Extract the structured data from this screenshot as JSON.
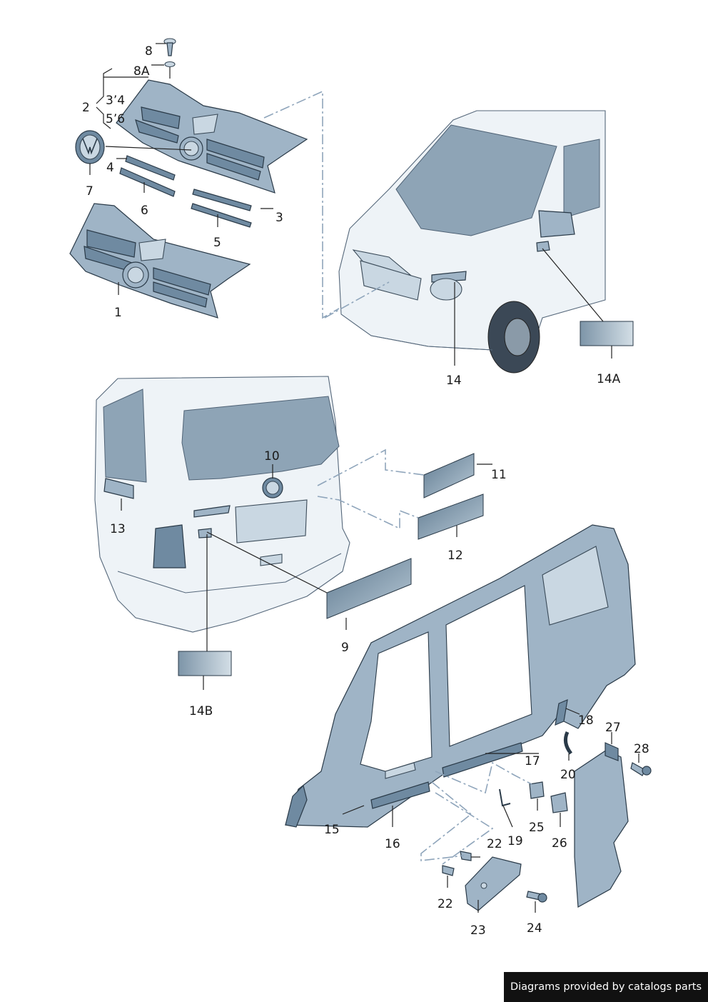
{
  "callouts": {
    "c1": "1",
    "c2": "2",
    "c3": "3",
    "c34": "3’4",
    "c4": "4",
    "c5": "5",
    "c56": "5’6",
    "c6": "6",
    "c7": "7",
    "c8": "8",
    "c8a": "8A",
    "c9": "9",
    "c10": "10",
    "c11": "11",
    "c12": "12",
    "c13": "13",
    "c14": "14",
    "c14a": "14A",
    "c14b": "14B",
    "c15": "15",
    "c16": "16",
    "c17": "17",
    "c18": "18",
    "c19": "19",
    "c20": "20",
    "c22a": "22",
    "c22b": "22",
    "c23": "23",
    "c24": "24",
    "c25": "25",
    "c26": "26",
    "c27": "27",
    "c28": "28"
  },
  "credit": "Diagrams provided by catalogs parts",
  "colors": {
    "part_fill": "#9fb4c6",
    "part_dark": "#6f8aa1",
    "outline": "#2a3a48",
    "dash_line": "#8fa5bb"
  }
}
